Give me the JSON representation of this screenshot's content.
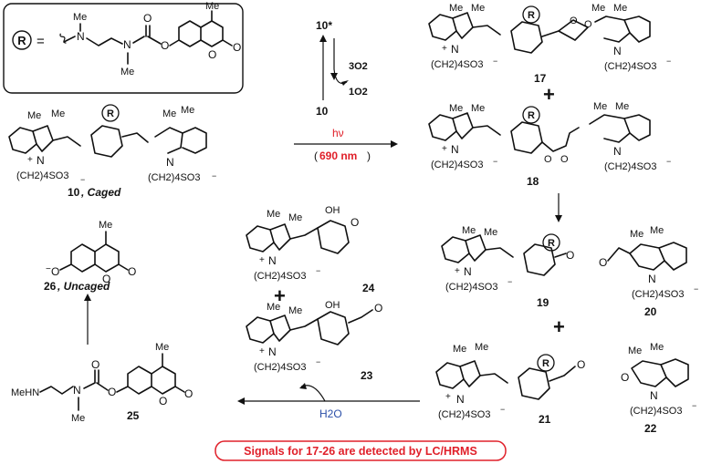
{
  "r_group": {
    "circle_label": "R",
    "equals": "=",
    "me_top": "Me",
    "me_bottom": "Me",
    "n1": "N",
    "n2": "N",
    "o_carbonyl": "O",
    "o_ester": "O",
    "o_ring": "O",
    "o_lactone": "O",
    "me_coumarin": "Me"
  },
  "compounds": {
    "c10": {
      "number": "10",
      "suffix": ", Caged",
      "chain1": "(CH2)4SO3",
      "chain2": "(CH2)4SO3"
    },
    "c17": {
      "number": "17",
      "chain1": "(CH2)4SO3",
      "chain2": "(CH2)4SO3"
    },
    "c18": {
      "number": "18",
      "chain1": "(CH2)4SO3",
      "chain2": "(CH2)4SO3"
    },
    "c19": {
      "number": "19",
      "chain": "(CH2)4SO3"
    },
    "c20": {
      "number": "20",
      "chain": "(CH2)4SO3"
    },
    "c21": {
      "number": "21",
      "chain": "(CH2)4SO3"
    },
    "c22": {
      "number": "22",
      "chain": "(CH2)4SO3"
    },
    "c23": {
      "number": "23",
      "chain": "(CH2)4SO3"
    },
    "c24": {
      "number": "24",
      "chain": "(CH2)4SO3"
    },
    "c25": {
      "number": "25",
      "amine": "MeHN",
      "n_me": "Me"
    },
    "c26": {
      "number": "26",
      "suffix": ", Uncaged"
    }
  },
  "cycle": {
    "excited": "10*",
    "ground": "10",
    "triplet_o2": "3O2",
    "singlet_o2": "1O2"
  },
  "conditions": {
    "light": "hν",
    "wavelength": "690 nm",
    "water": "H2O"
  },
  "atoms": {
    "me": "Me",
    "n": "N",
    "o": "O",
    "oh": "OH",
    "plus": "+",
    "minus": "−"
  },
  "banner": "Signals for 17-26 are detected by LC/HRMS",
  "colors": {
    "red": "#e0202a",
    "blue": "#2b4fa8",
    "ink": "#111111"
  }
}
